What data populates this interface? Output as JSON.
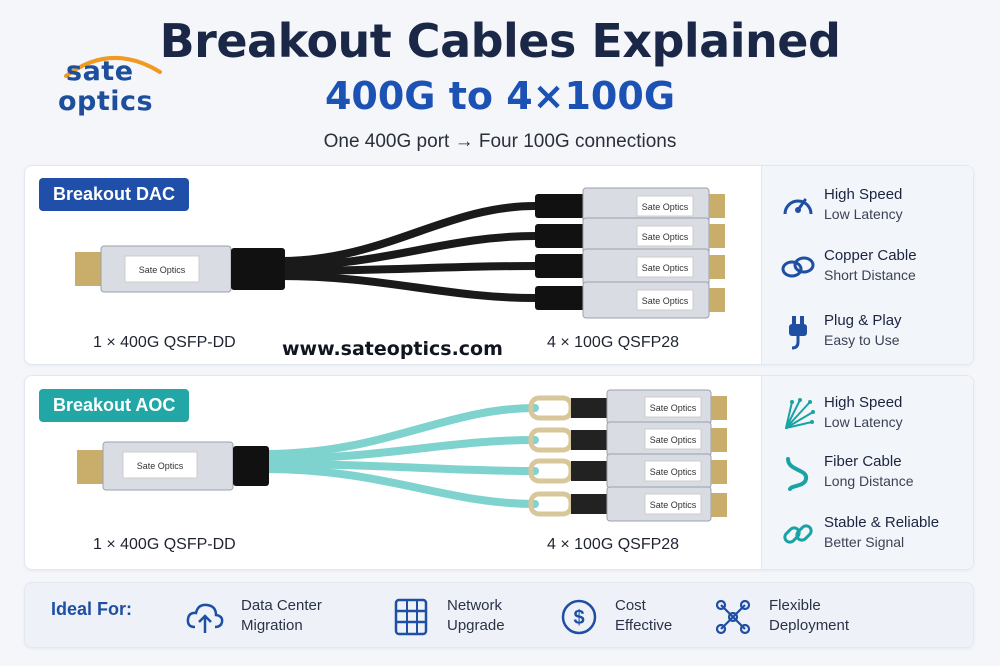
{
  "brand": {
    "line1": "sate",
    "line2": "optics"
  },
  "header": {
    "title": "Breakout Cables Explained",
    "subtitle": "400G to 4×100G",
    "tagline": "One 400G port → Four 100G connections"
  },
  "website": "www.sateoptics.com",
  "module_label": "Sate Optics",
  "dac": {
    "badge": "Breakout DAC",
    "left_caption": "1 × 400G QSFP-DD",
    "right_caption": "4 × 100G QSFP28",
    "features": [
      {
        "icon": "speedometer-icon",
        "title": "High Speed",
        "detail": "Low Latency"
      },
      {
        "icon": "copper-cable-icon",
        "title": "Copper Cable",
        "detail": "Short Distance"
      },
      {
        "icon": "plug-icon",
        "title": "Plug & Play",
        "detail": "Easy to Use"
      }
    ]
  },
  "aoc": {
    "badge": "Breakout AOC",
    "left_caption": "1 × 400G QSFP-DD",
    "right_caption": "4 × 100G QSFP28",
    "features": [
      {
        "icon": "fiber-burst-icon",
        "title": "High Speed",
        "detail": "Low Latency"
      },
      {
        "icon": "fiber-cable-icon",
        "title": "Fiber Cable",
        "detail": "Long Distance"
      },
      {
        "icon": "chain-link-icon",
        "title": "Stable & Reliable",
        "detail": "Better Signal"
      }
    ]
  },
  "ideal": {
    "label": "Ideal For:",
    "items": [
      {
        "icon": "cloud-upload-icon",
        "line1": "Data Center",
        "line2": "Migration"
      },
      {
        "icon": "server-rack-icon",
        "line1": "Network",
        "line2": "Upgrade"
      },
      {
        "icon": "dollar-icon",
        "line1": "Cost",
        "line2": "Effective"
      },
      {
        "icon": "network-nodes-icon",
        "line1": "Flexible",
        "line2": "Deployment"
      }
    ]
  },
  "colors": {
    "brand_blue": "#1d52b5",
    "dac_badge": "#1f4fa8",
    "aoc_badge": "#22a6a6",
    "aoc_cable": "#7fd3cf",
    "dac_cable": "#1a1a1a"
  }
}
